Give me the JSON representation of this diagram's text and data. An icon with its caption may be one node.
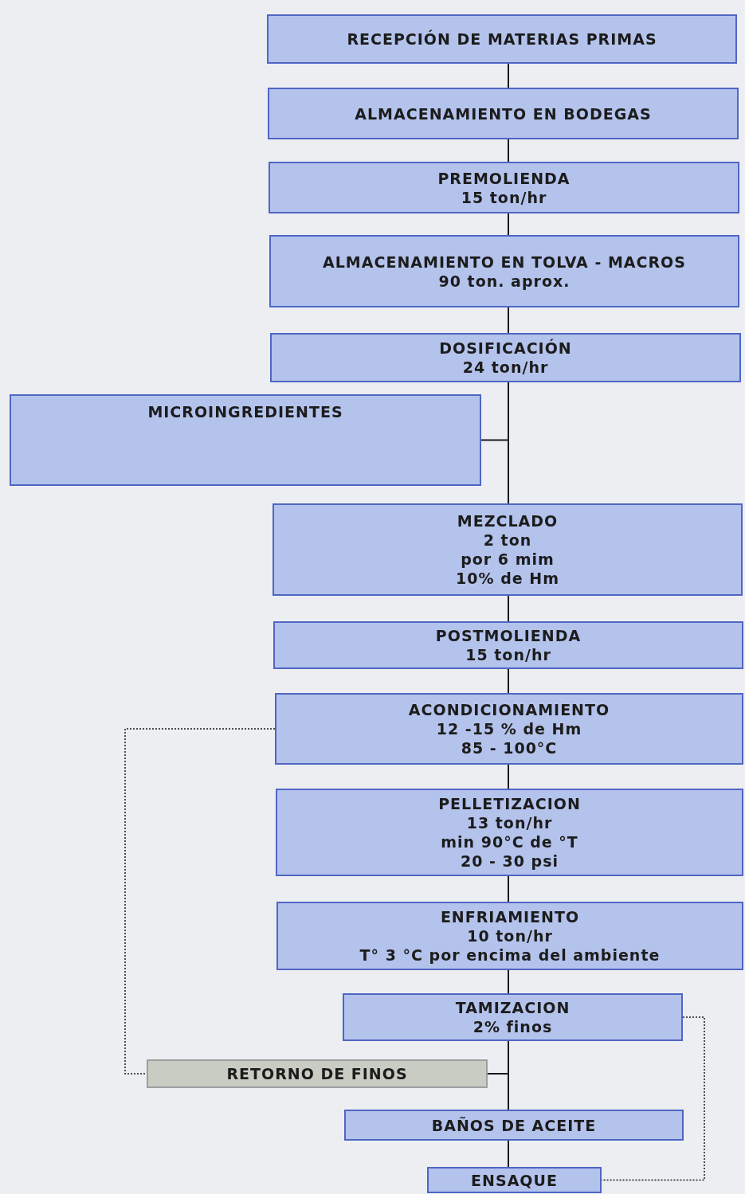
{
  "diagram": {
    "nodes": [
      {
        "text": [
          "RECEPCIÓN DE MATERIAS PRIMAS"
        ]
      },
      {
        "text": [
          "ALMACENAMIENTO EN BODEGAS"
        ]
      },
      {
        "text": [
          "PREMOLIENDA",
          "15 ton/hr"
        ]
      },
      {
        "text": [
          "ALMACENAMIENTO EN TOLVA - MACROS",
          "90 ton. aprox."
        ]
      },
      {
        "text": [
          "DOSIFICACIÓN",
          "24 ton/hr"
        ]
      },
      {
        "text": [
          "MICROINGREDIENTES"
        ]
      },
      {
        "text": [
          "MEZCLADO",
          "2 ton",
          "por 6 mim",
          "10% de Hm"
        ]
      },
      {
        "text": [
          "POSTMOLIENDA",
          "15 ton/hr"
        ]
      },
      {
        "text": [
          "ACONDICIONAMIENTO",
          "12 -15 % de Hm",
          "85 - 100°C"
        ]
      },
      {
        "text": [
          "PELLETIZACION",
          "13 ton/hr",
          "min 90°C de °T",
          "20 - 30 psi"
        ]
      },
      {
        "text": [
          "ENFRIAMIENTO",
          "10 ton/hr",
          "T° 3 °C por encima del ambiente"
        ]
      },
      {
        "text": [
          "TAMIZACION",
          "2% finos"
        ]
      },
      {
        "text": [
          "RETORNO DE FINOS"
        ]
      },
      {
        "text": [
          "BAÑOS DE ACEITE"
        ]
      },
      {
        "text": [
          "ENSAQUE"
        ]
      }
    ],
    "edges": [
      {
        "from": 0,
        "to": 1,
        "arrow": "none"
      },
      {
        "from": 1,
        "to": 2,
        "arrow": "none"
      },
      {
        "from": 2,
        "to": 3,
        "arrow": "none"
      },
      {
        "from": 3,
        "to": 4,
        "arrow": "none"
      },
      {
        "from": 4,
        "to": 6,
        "arrow": "none"
      },
      {
        "from": 5,
        "to": 6,
        "arrow": "none"
      },
      {
        "from": 6,
        "to": 7,
        "arrow": "none"
      },
      {
        "from": 7,
        "to": 8,
        "arrow": "none"
      },
      {
        "from": 8,
        "to": 9,
        "arrow": "none"
      },
      {
        "from": 9,
        "to": 10,
        "arrow": "none"
      },
      {
        "from": 10,
        "to": 11,
        "arrow": "none"
      },
      {
        "from": 11,
        "to": 13,
        "arrow": "none"
      },
      {
        "from": 11,
        "to": 12,
        "arrow": "none"
      },
      {
        "from": 13,
        "to": 14,
        "arrow": "none"
      },
      {
        "from": 8,
        "to": 12,
        "arrow": "none",
        "style": "dashed"
      },
      {
        "from": 11,
        "to": 14,
        "arrow": "none",
        "style": "dashed"
      }
    ]
  }
}
